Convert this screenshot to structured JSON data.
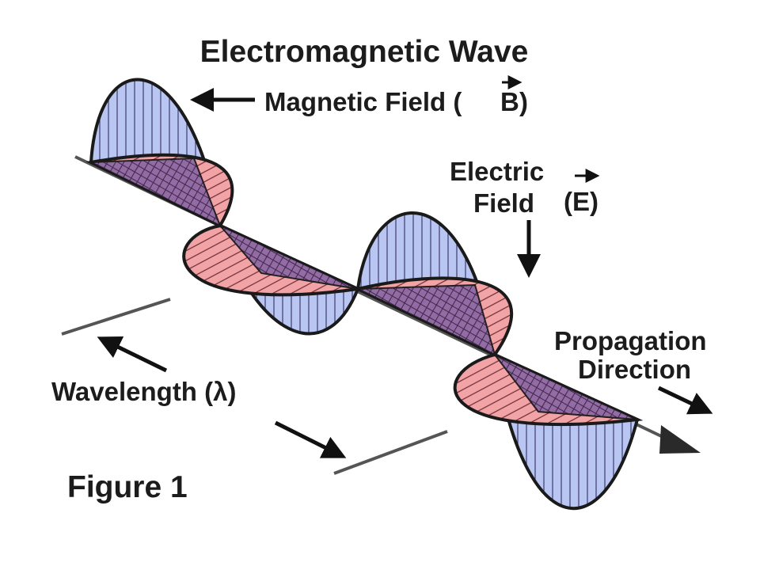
{
  "diagram": {
    "title": "Electromagnetic Wave",
    "magnetic_field_label": "Magnetic Field (B)",
    "magnetic_field_label_text": "Magnetic Field (",
    "magnetic_field_symbol": "B",
    "electric_field_label_line1": "Electric",
    "electric_field_label_line2": "Field",
    "electric_field_symbol": "(E)",
    "propagation_label_line1": "Propagation",
    "propagation_label_line2": "Direction",
    "wavelength_label": "Wavelength (λ)",
    "figure_caption": "Figure 1"
  },
  "colors": {
    "magnetic_fill": "#b9c6f2",
    "electric_fill": "#f1a3a6",
    "overlap_fill": "#8f6aa6",
    "outline": "#1a1a1a",
    "axis": "#555555",
    "text": "#1c1c1c"
  },
  "icons": {
    "magnetic_pointer": "arrow-left-icon",
    "electric_pointer": "arrow-down-icon",
    "propagation_pointer": "arrow-down-right-icon",
    "wavelength_pointers": "arrow-up-left-and-down-right-icons"
  }
}
